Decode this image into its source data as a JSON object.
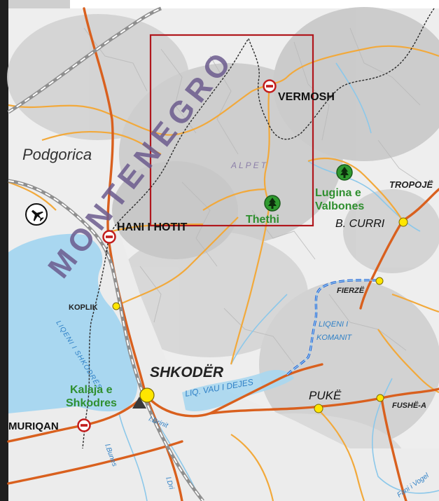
{
  "map": {
    "country_label": "MONTENEGRO",
    "region_label": "ALPET",
    "cities": {
      "podgorica": "Podgorica",
      "shkoder": "SHKODËR",
      "puke": "PUKË",
      "b_curri": "B. CURRI",
      "tropoje": "TROPOJË",
      "fierze": "FIERZË",
      "fushe_arrez": "FUSHË-A",
      "koplik": "KOPLIK"
    },
    "border_crossings": {
      "vermosh": "VERMOSH",
      "hani_i_hotit": "HANI I HOTIT",
      "muriqan": "MURIQAN"
    },
    "attractions": {
      "thethi": "Thethi",
      "valbona_line1": "Lugina e",
      "valbona_line2": "Valbones",
      "kalaja_line1": "Kalaja e",
      "kalaja_line2": "Shkodres"
    },
    "water": {
      "lake_shkodra": "LIQENI I SHKODRËS",
      "lake_komani_line1": "LIQENI I",
      "lake_komani_line2": "KOMANIT",
      "lake_vau_dejes": "LIQ. VAU I DEJES",
      "river_bunes": "l.Bunes",
      "river_drinit": "l.Drinit",
      "river_drini": "l.Dri",
      "river_fani_vogel": "Fani i Vogel"
    },
    "icons": {
      "airport": "airplane-icon",
      "park": "tree-icon",
      "border": "no-entry-icon",
      "castle": "triangle-marker-icon"
    },
    "colors": {
      "highlight_box": "#b0171d",
      "main_road": "#d9601e",
      "secondary_road": "#f2a93b",
      "border_line": "#2b2b2b",
      "railway": "#8f8f8f",
      "ferry_route": "#1d5fd6",
      "water": "#a9d7f0",
      "water_label": "#2f80c6",
      "park_label": "#2f8f2f",
      "country_label": "#6b5b8d",
      "city_marker": "#ffe600"
    }
  }
}
